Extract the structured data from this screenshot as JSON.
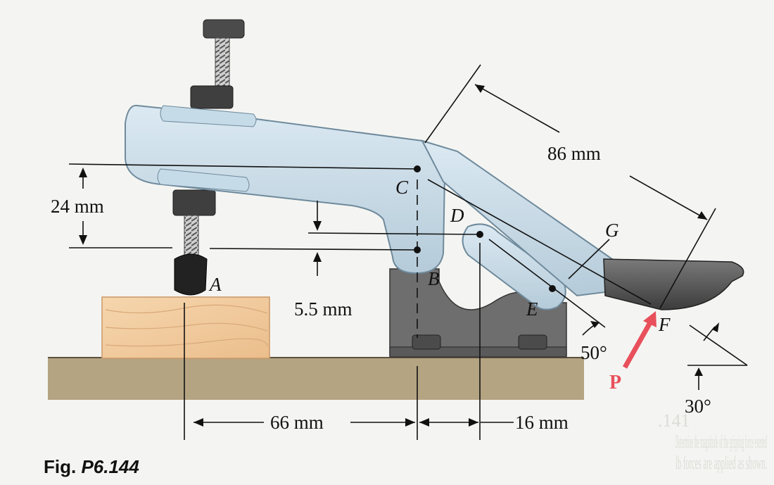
{
  "figure": {
    "caption_prefix": "Fig. ",
    "caption_id": "P6.144"
  },
  "points": {
    "A": "A",
    "B": "B",
    "C": "C",
    "D": "D",
    "E": "E",
    "F": "F",
    "G": "G"
  },
  "dimensions": {
    "arm_length": "86 mm",
    "height_cb": "24 mm",
    "offset_d": "5.5 mm",
    "horiz_ab": "66 mm",
    "horiz_bd": "16 mm"
  },
  "angles": {
    "link_angle": "50°",
    "force_angle": "30°"
  },
  "force": {
    "label": "P",
    "color": "#e8505b"
  },
  "ghost_text": {
    "problem_number": ".141",
    "line1": "Determine the magnitude of the gripping force exerted",
    "line2": "lb forces are applied as shown."
  },
  "colors": {
    "clamp_body": "#c9dde9",
    "handle": "#545454",
    "base": "#6e6e6e",
    "wood_block": "#f0c89a",
    "floor": "#b4a482"
  }
}
